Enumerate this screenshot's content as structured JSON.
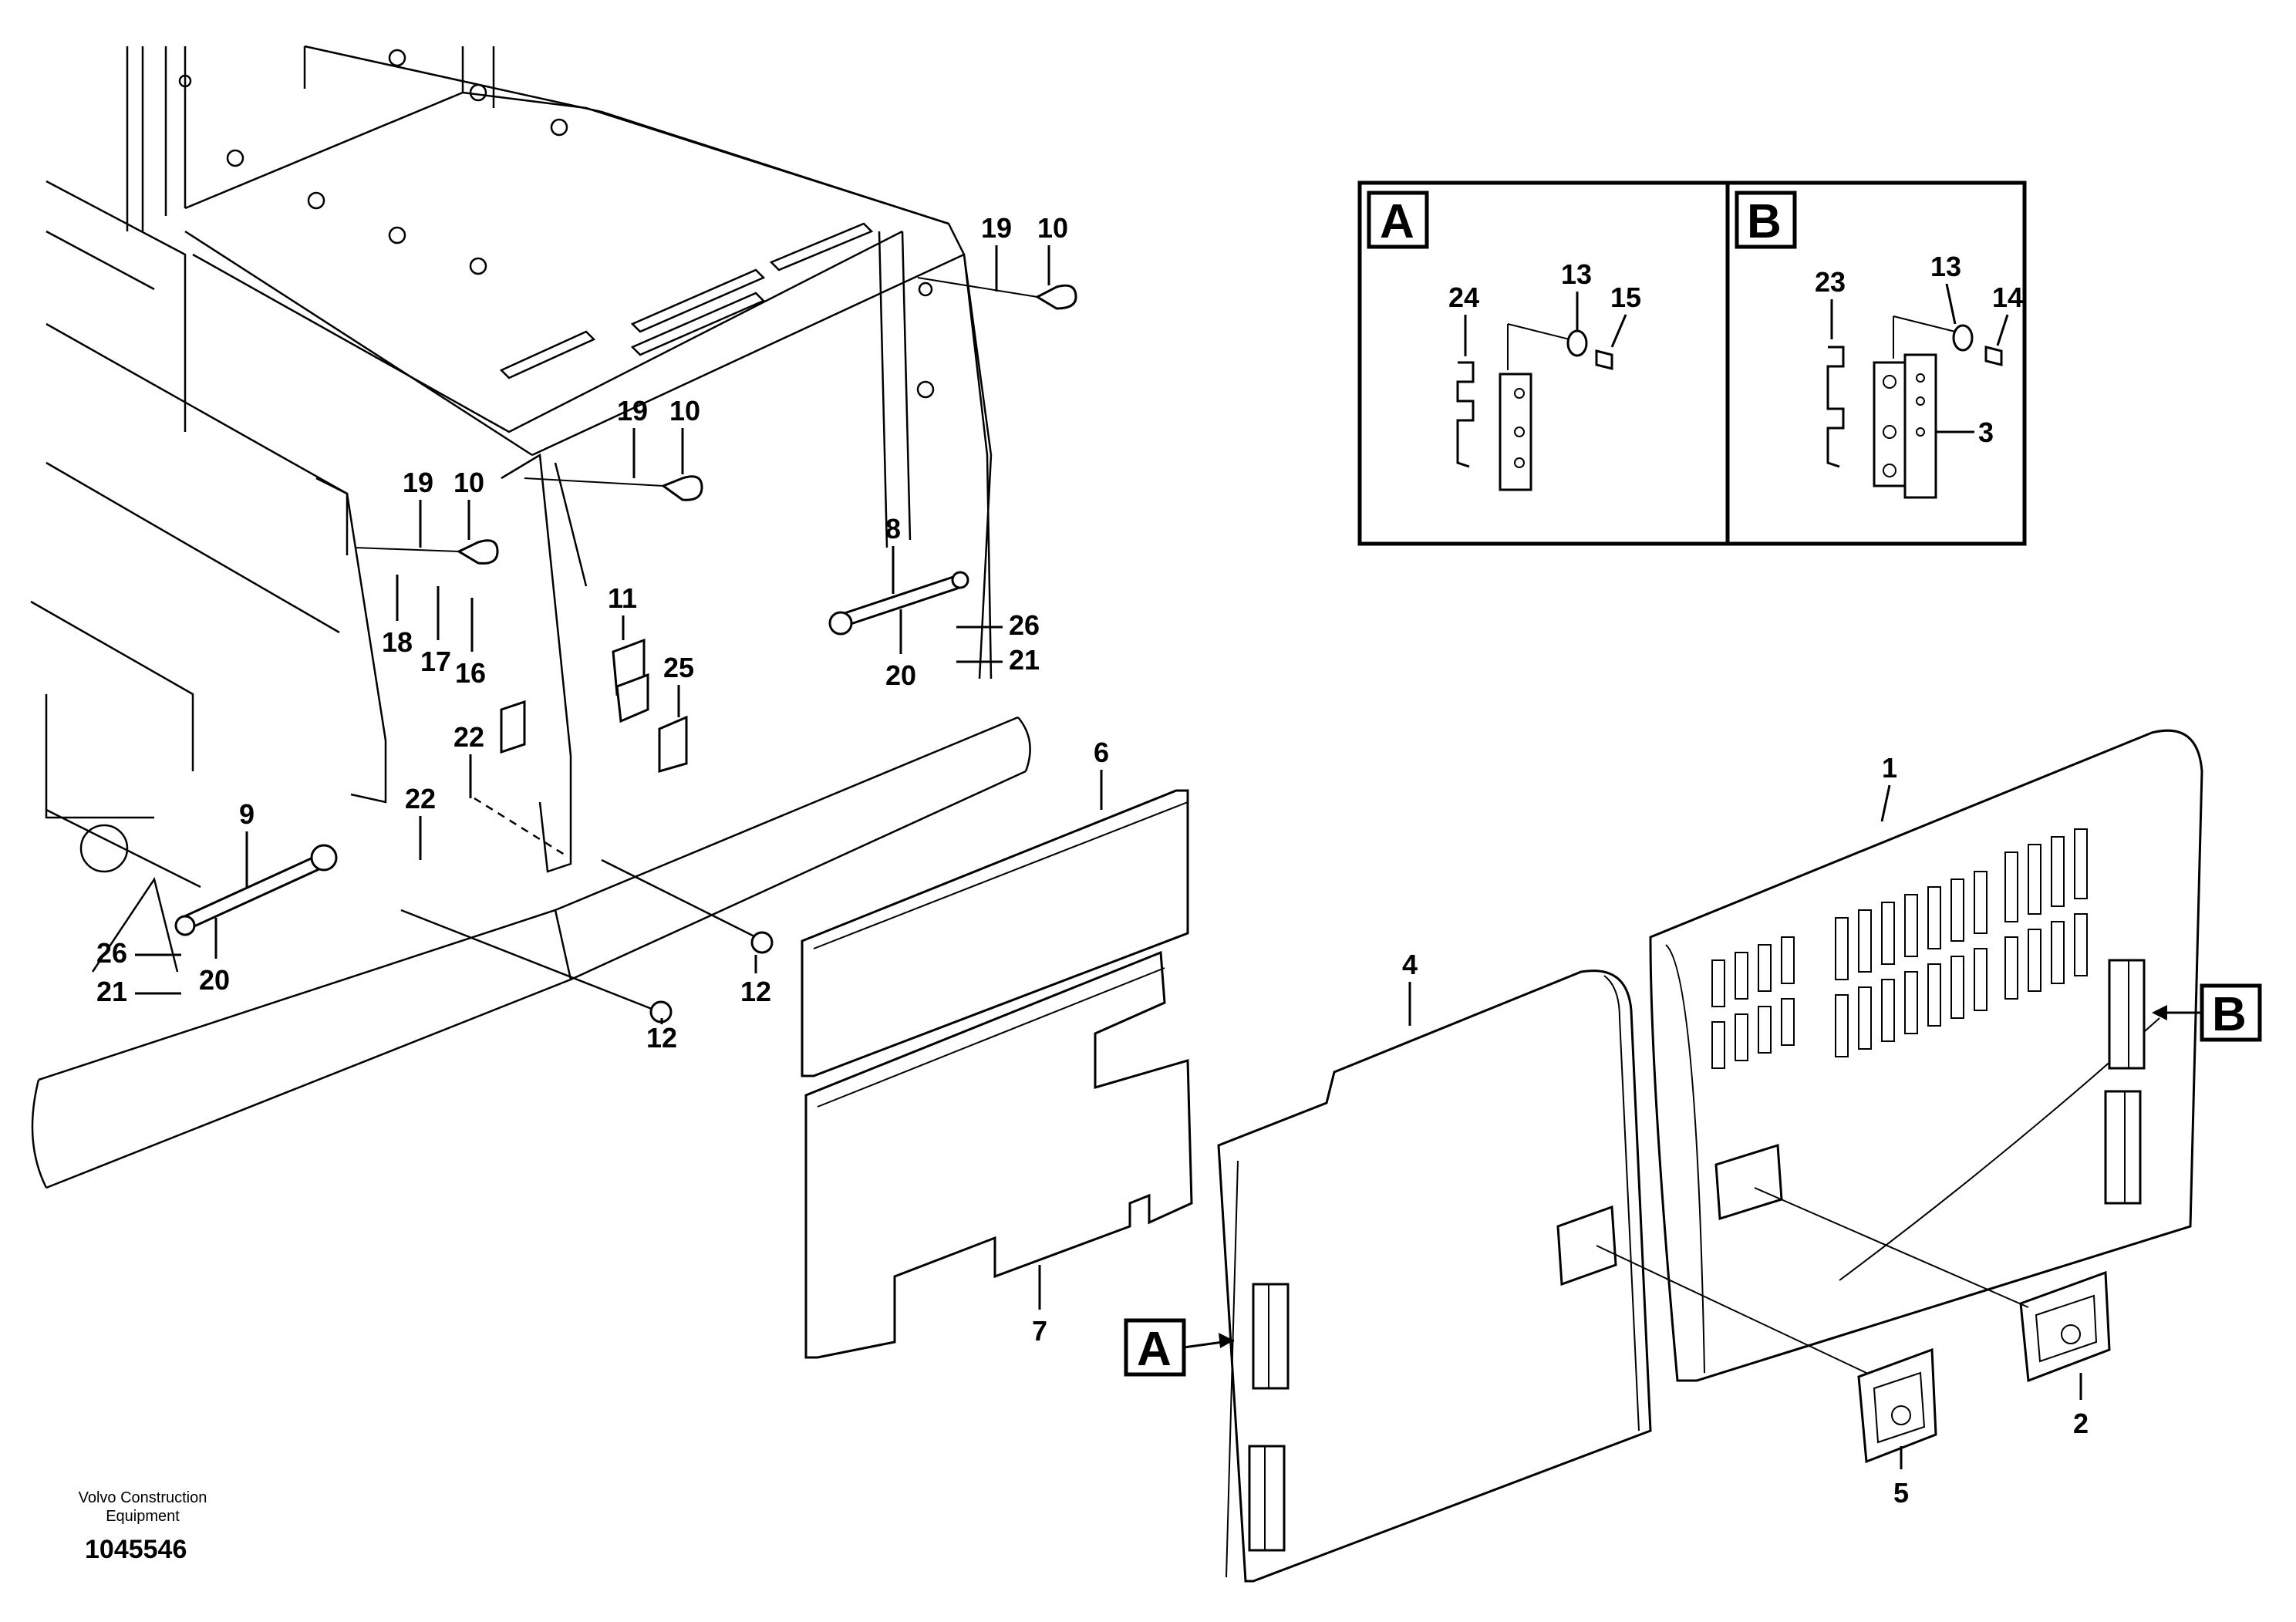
{
  "drawing": {
    "publisher": "Volvo Construction Equipment",
    "drawing_number": "1045546"
  },
  "detail_views": {
    "A": {
      "tag": "A",
      "items": [
        "24",
        "13",
        "15"
      ]
    },
    "B": {
      "tag": "B",
      "items": [
        "23",
        "13",
        "14",
        "3"
      ]
    }
  },
  "callouts": {
    "c1": "1",
    "c2": "2",
    "c4": "4",
    "c5": "5",
    "c6": "6",
    "c7": "7",
    "c8": "8",
    "c9": "9",
    "c11": "11",
    "c12a": "12",
    "c12b": "12",
    "c10a": "10",
    "c10b": "10",
    "c10c": "10",
    "c19a": "19",
    "c19b": "19",
    "c19c": "19",
    "c16": "16",
    "c17": "17",
    "c18": "18",
    "c20a": "20",
    "c20b": "20",
    "c21a": "21",
    "c21b": "21",
    "c22a": "22",
    "c22b": "22",
    "c25": "25",
    "c26a": "26",
    "c26b": "26",
    "refA": "A",
    "refB": "B"
  }
}
